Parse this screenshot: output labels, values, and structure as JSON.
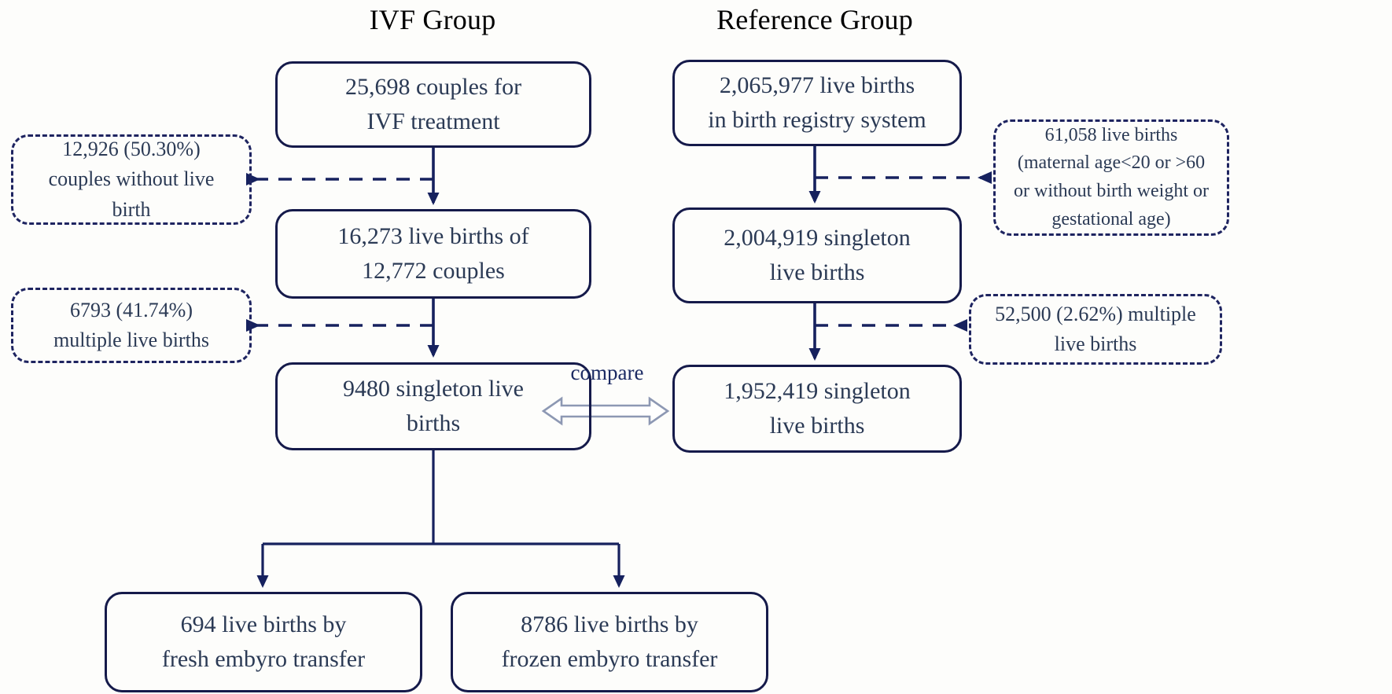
{
  "figure": {
    "type": "flowchart",
    "title": "IVF Group vs Reference Group study flow",
    "colors": {
      "box_border": "#151a4a",
      "dashed_border": "#1e2460",
      "text": "#2b3a55",
      "title_text": "#000000",
      "compare_arrow": "#8d98b3",
      "background": "#fdfdfb"
    }
  },
  "columns": {
    "left_title": "IVF Group",
    "right_title": "Reference Group"
  },
  "left_flow": {
    "box1": "25,698 couples for\nIVF treatment",
    "box2": "16,273 live births of\n12,772 couples",
    "box3": "9480 singleton live\nbirths",
    "box4a": "694 live births by\nfresh embyro transfer",
    "box4b": "8786 live births by\nfrozen embyro transfer"
  },
  "left_exclusions": {
    "excl1": "12,926 (50.30%)\ncouples without live\nbirth",
    "excl2": "6793 (41.74%)\nmultiple live births"
  },
  "right_flow": {
    "box1": "2,065,977 live births\nin birth registry system",
    "box2": "2,004,919 singleton\nlive births",
    "box3": "1,952,419 singleton\nlive births"
  },
  "right_exclusions": {
    "excl1": "61,058 live births\n(maternal age<20 or >60\nor without birth weight or\ngestational age)",
    "excl2": "52,500 (2.62%) multiple\nlive births"
  },
  "connector": {
    "compare_label": "compare"
  }
}
